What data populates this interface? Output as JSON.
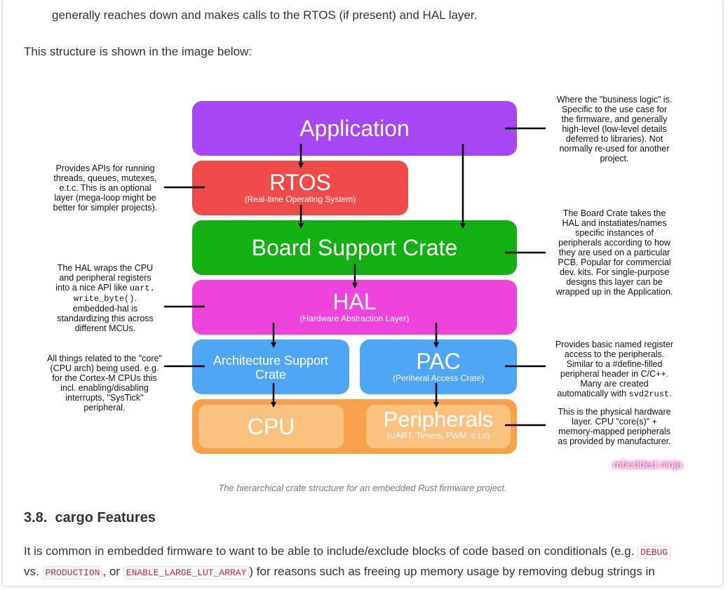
{
  "intro": {
    "line1": "generally reaches down and makes calls to the RTOS (if present) and HAL layer.",
    "line2": "This structure is shown in the image below:"
  },
  "diagram": {
    "boxes": {
      "application": {
        "title": "Application",
        "color": "#a646f5"
      },
      "rtos": {
        "title": "RTOS",
        "subtitle": "(Real-time Operating System)",
        "color": "#f04b4b"
      },
      "bsc": {
        "title": "Board Support Crate",
        "color": "#12b012"
      },
      "hal": {
        "title": "HAL",
        "subtitle": "(Hardware Abstraction Layer)",
        "color": "#ee44dd"
      },
      "arch": {
        "title_line1": "Architecture Support",
        "title_line2": "Crate",
        "color": "#4ea6f5"
      },
      "pac": {
        "title": "PAC",
        "subtitle": "(Periheral Access Crate)",
        "color": "#4ea6f5"
      },
      "hardware_color": "#f9a14a",
      "cpu": {
        "title": "CPU",
        "color": "#fbc17f"
      },
      "peripherals": {
        "title": "Peripherals",
        "subtitle": "(UART, Timers, PWM, e.t.c)",
        "color": "#fbc17f"
      }
    },
    "notes": {
      "application": [
        "Where the \"business logic\" is.",
        "Specific to the use case for",
        "the firmware, and generally",
        "high-level (low-level details",
        "deferred to libraries). Not",
        "normally re-used for another",
        "project."
      ],
      "rtos": [
        "Provides APIs for running",
        "threads, queues, mutexes,",
        "e.t.c. This is an optional",
        "layer (mega-loop might be",
        "better for simpler projects)."
      ],
      "bsc": [
        "The Board Crate takes the",
        "HAL and instatiates/names",
        "specific instances of",
        "peripherals according to how",
        "they are used on a particular",
        "PCB. Popular for commercial",
        "dev. kits. For single-purpose",
        "designs this layer can be",
        "wrapped up in the Application."
      ],
      "hal": {
        "l1": "The HAL wraps the CPU",
        "l2": "and peripheral registers",
        "l3": "into a nice API like",
        "code1": "uart.",
        "code2": "write_byte()",
        "l4end": ".",
        "l5": "embedded-hal is",
        "l6": "standardizing this across",
        "l7": "different MCUs."
      },
      "arch": [
        "All things related to the \"core\"",
        "(CPU arch) being used. e.g.",
        "for the Cortex-M CPUs this",
        "incl. enabling/disabling",
        "interrupts, \"SysTick\"",
        "peripheral."
      ],
      "pac": {
        "lines": [
          "Provides basic named register",
          "access to the peripherals.",
          "Similar to a #define-filled",
          "peripheral header in C/C++.",
          "Many are created"
        ],
        "last_prefix": "automatically with",
        "last_code": "svd2rust",
        "last_suffix": "."
      },
      "hardware": [
        "This is the physical hardware",
        "layer. CPU \"core(s)\" +",
        "memory-mapped peripherals",
        "as provided by manufacturer."
      ]
    },
    "watermark": "mbedded.ninja"
  },
  "caption": "The hierarchical crate structure for an embedded Rust firmware project.",
  "section": {
    "number": "3.8.",
    "title": "cargo Features"
  },
  "para": {
    "t1": "It is common in embedded firmware to want to be able to include/exclude blocks of code based on conditionals (e.g.",
    "code1": "DEBUG",
    "t2": "vs.",
    "code2": "PRODUCTION",
    "t3": ", or",
    "code3": "ENABLE_LARGE_LUT_ARRAY",
    "t4": ") for reasons such as freeing up memory usage by removing debug strings in"
  }
}
